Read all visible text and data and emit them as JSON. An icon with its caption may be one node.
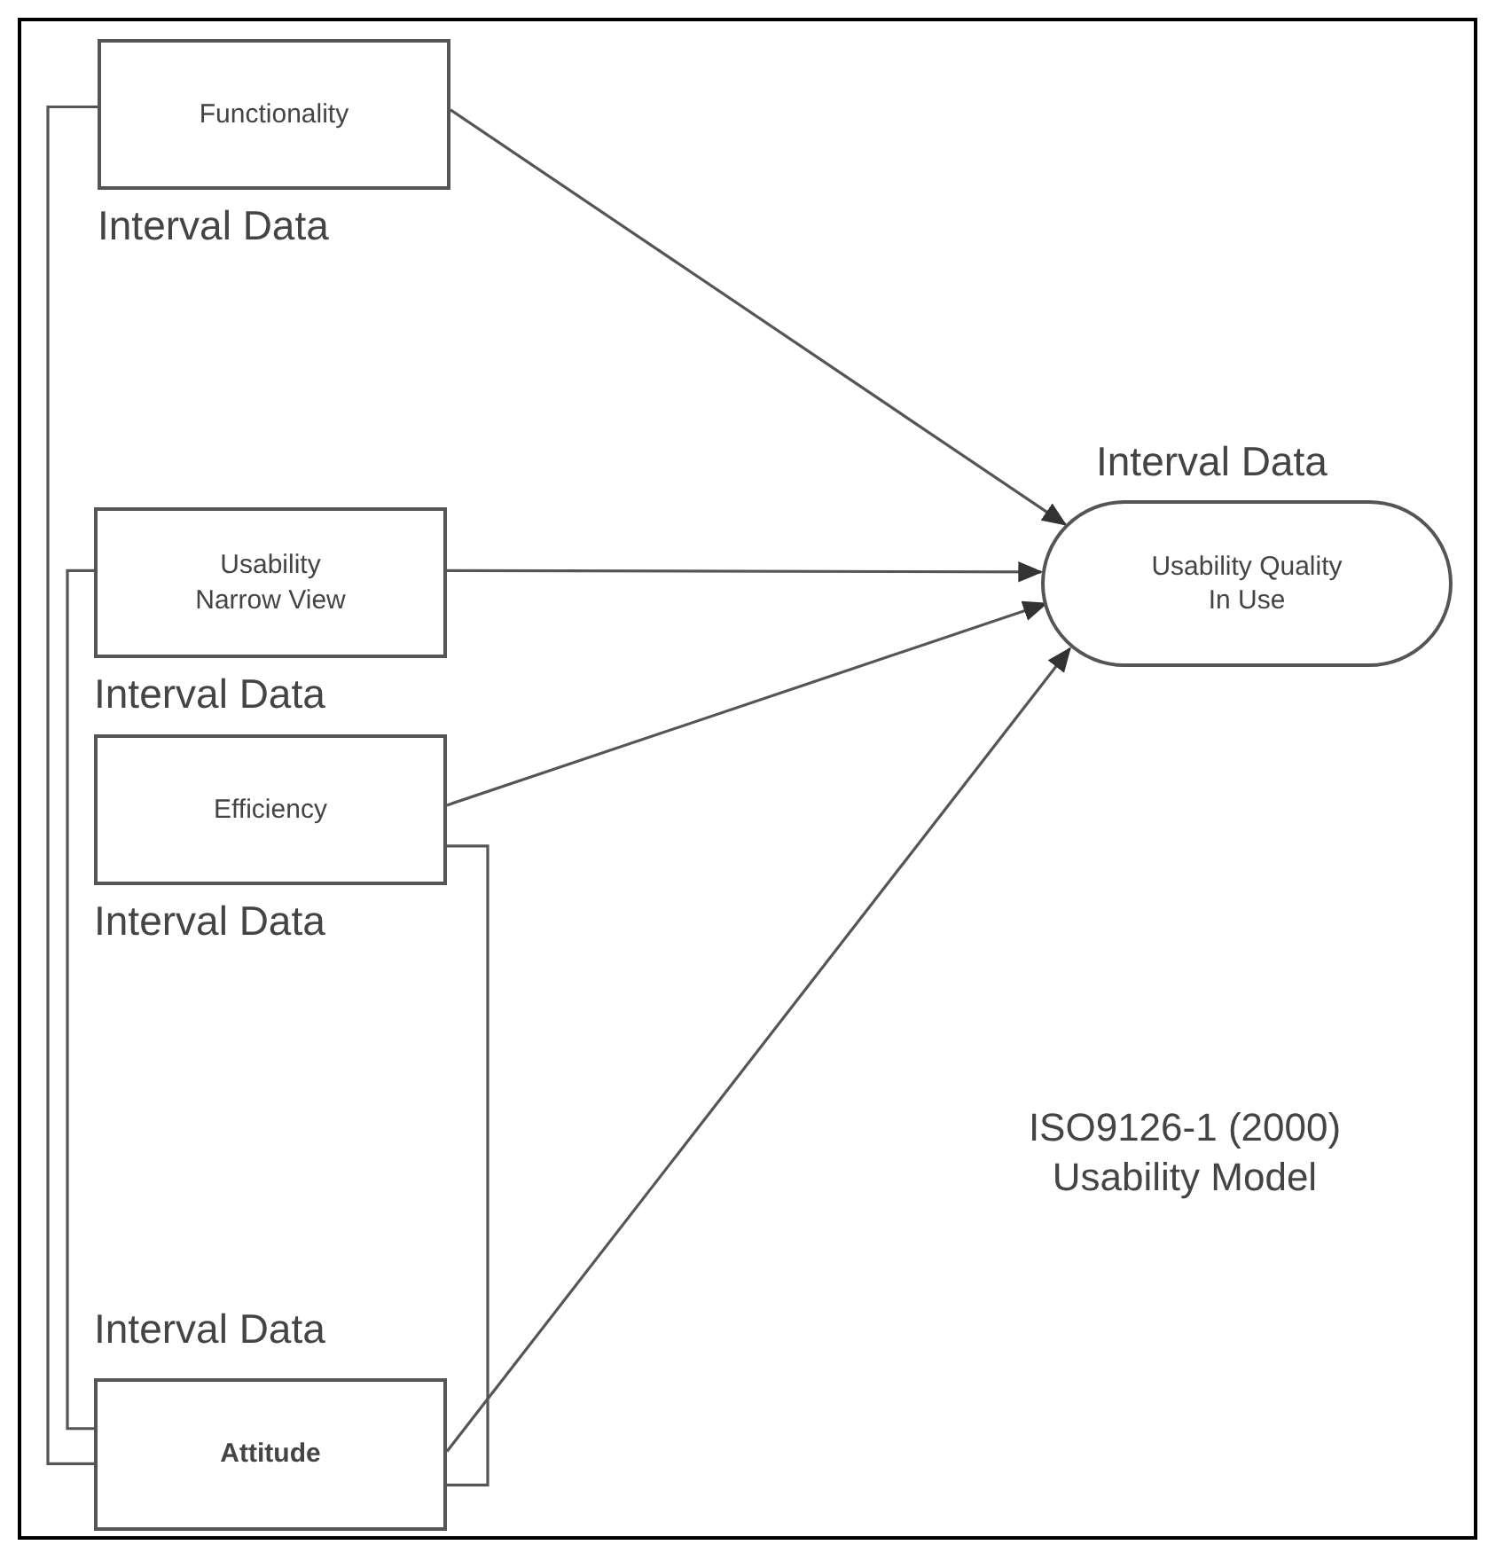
{
  "diagram": {
    "nodes": [
      {
        "text": [
          "Functionality"
        ],
        "beside": [
          "Interval Data"
        ]
      },
      {
        "text": [
          "Usability Narrow View"
        ],
        "beside": [
          "Interval Data"
        ]
      },
      {
        "text": [
          "Efficiency"
        ],
        "beside": [
          "Interval Data"
        ]
      },
      {
        "text": [
          "Attitude"
        ],
        "beside": [
          "Interval Data"
        ]
      },
      {
        "text": [
          "Usability Quality In Use"
        ],
        "beside": [
          "Interval Data"
        ]
      }
    ],
    "edges": [
      {
        "from": 0,
        "to": 4,
        "arrow": "to"
      },
      {
        "from": 1,
        "to": 4,
        "arrow": "to"
      },
      {
        "from": 2,
        "to": 4,
        "arrow": "to"
      },
      {
        "from": 3,
        "to": 4,
        "arrow": "to"
      },
      {
        "from": 0,
        "to": 3,
        "arrow": "none"
      },
      {
        "from": 1,
        "to": 3,
        "arrow": "none"
      },
      {
        "from": 2,
        "to": 3,
        "arrow": "none"
      }
    ],
    "labels": [
      "ISO9126-1 (2000) Usability Model"
    ]
  }
}
